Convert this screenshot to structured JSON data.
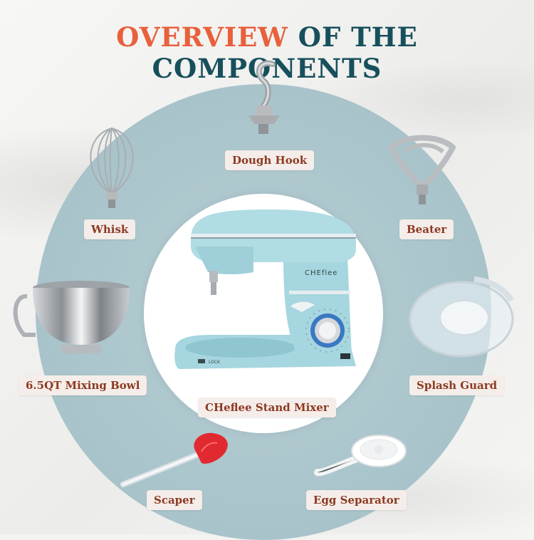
{
  "title": {
    "part1": "OVERVIEW",
    "part2": " OF THE COMPONENTS"
  },
  "brand": "CHEflee",
  "mixer_lock": "LOCK",
  "labels": {
    "dough_hook": "Dough Hook",
    "whisk": "Whisk",
    "beater": "Beater",
    "mixing_bowl": "6.5QT Mixing Bowl",
    "stand_mixer": "CHeflee Stand Mixer",
    "splash_guard": "Splash Guard",
    "scraper": "Scaper",
    "egg_separator": "Egg Separator"
  },
  "colors": {
    "accent_orange": "#e8603c",
    "accent_teal": "#17505c",
    "ring": "#a8c3ca",
    "mixer": "#a6d6df"
  }
}
